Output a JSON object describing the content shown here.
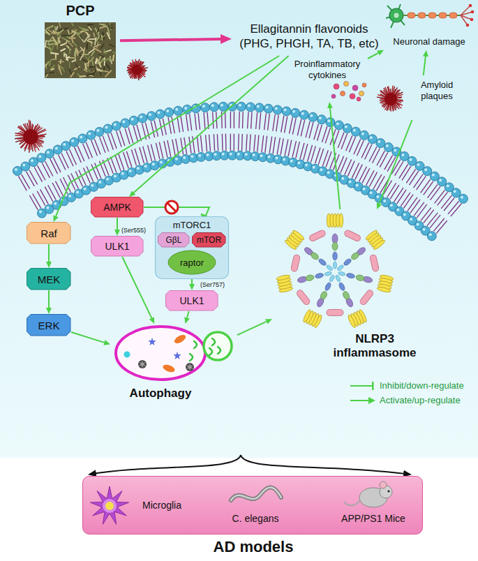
{
  "diagram": {
    "nodes": [
      {
        "text": [
          "PCP"
        ]
      },
      {
        "text": [
          "Ellagitannin flavonoids (PHG, PHGH, TA, TB, etc)"
        ]
      },
      {
        "text": [
          "Neuronal damage"
        ]
      },
      {
        "text": [
          "Proinflammatory cytokines"
        ]
      },
      {
        "text": [
          "Amyloid plaques"
        ]
      },
      {
        "text": [
          "Raf"
        ]
      },
      {
        "text": [
          "MEK"
        ]
      },
      {
        "text": [
          "ERK"
        ]
      },
      {
        "text": [
          "AMPK"
        ]
      },
      {
        "text": [
          "ULK1",
          "(Ser555)"
        ]
      },
      {
        "text": [
          "mTORC1"
        ]
      },
      {
        "text": [
          "GβL"
        ],
        "in": 10
      },
      {
        "text": [
          "mTOR"
        ],
        "in": 10
      },
      {
        "text": [
          "raptor"
        ],
        "in": 10
      },
      {
        "text": [
          "ULK1",
          "(Ser757)"
        ]
      },
      {
        "text": [
          "Autophagy"
        ]
      },
      {
        "text": [
          "NLRP3 inflammasome"
        ]
      },
      {
        "text": [
          "AD models"
        ]
      },
      {
        "text": [
          "Microglia"
        ],
        "in": 17
      },
      {
        "text": [
          "C. elegans"
        ],
        "in": 17
      },
      {
        "text": [
          "APP/PS1 Mice"
        ],
        "in": 17
      }
    ],
    "edges": [
      {
        "from": 0,
        "to": 1,
        "arrow": "to"
      },
      {
        "from": 1,
        "to": 5,
        "arrow": "to"
      },
      {
        "from": 1,
        "to": 8,
        "arrow": "to"
      },
      {
        "from": 5,
        "to": 6,
        "arrow": "to"
      },
      {
        "from": 6,
        "to": 7,
        "arrow": "to"
      },
      {
        "from": 8,
        "to": 9,
        "arrow": "to"
      },
      {
        "from": 8,
        "to": 10,
        "arrow": "to"
      },
      {
        "from": 10,
        "to": 14,
        "arrow": "to"
      },
      {
        "from": 7,
        "to": 15,
        "arrow": "to"
      },
      {
        "from": 9,
        "to": 15,
        "arrow": "to"
      },
      {
        "from": 14,
        "to": 15,
        "arrow": "to"
      },
      {
        "from": 15,
        "to": 16,
        "arrow": "to"
      },
      {
        "from": 16,
        "to": 3,
        "arrow": "to"
      },
      {
        "from": 4,
        "to": 16,
        "arrow": "to"
      },
      {
        "from": 3,
        "to": 2,
        "arrow": "to"
      },
      {
        "from": 4,
        "to": 2,
        "arrow": "to"
      },
      {
        "from": 18,
        "to": 19,
        "arrow": "to"
      },
      {
        "from": 19,
        "to": 20,
        "arrow": "to"
      }
    ],
    "legend": [
      {
        "text": "Inhibit/down-regulate"
      },
      {
        "text": "Activate/up-regulate"
      }
    ]
  }
}
